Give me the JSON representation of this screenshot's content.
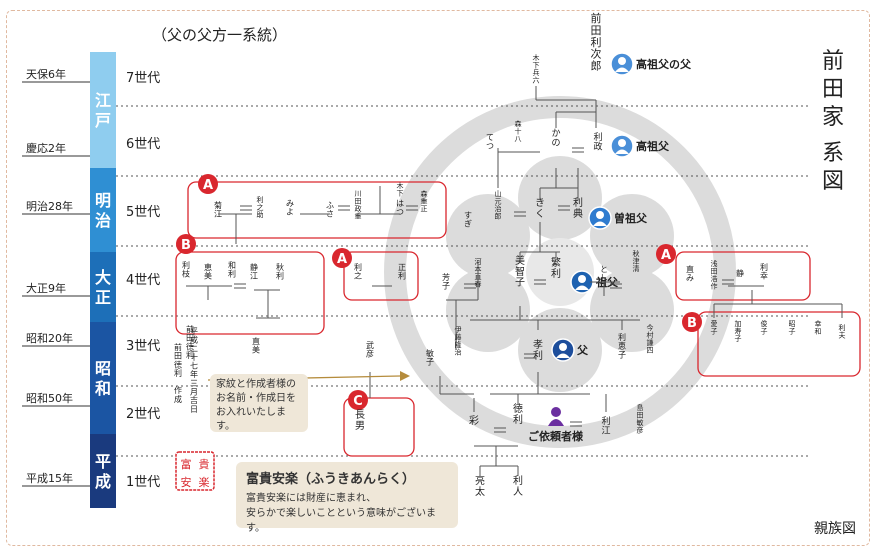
{
  "caption": "（父の父方一系統）",
  "title_chars": [
    "前",
    "田",
    "家",
    "系",
    "図"
  ],
  "footer_label": "親族図",
  "eras": [
    {
      "name": "江戸",
      "color": "#8fcdef",
      "text_color": "#ffffff"
    },
    {
      "name": "明治",
      "color": "#2f8fd3",
      "text_color": "#ffffff"
    },
    {
      "name": "大正",
      "color": "#1d6fb8",
      "text_color": "#ffffff"
    },
    {
      "name": "昭和",
      "color": "#1b55a3",
      "text_color": "#ffffff"
    },
    {
      "name": "平成",
      "color": "#1a3a7e",
      "text_color": "#ffffff"
    }
  ],
  "years": [
    "天保6年",
    "慶応2年",
    "明治28年",
    "大正9年",
    "昭和20年",
    "昭和50年",
    "平成15年"
  ],
  "generations": [
    "7世代",
    "6世代",
    "5世代",
    "4世代",
    "3世代",
    "2世代",
    "1世代"
  ],
  "markers": [
    "A",
    "A",
    "A",
    "B",
    "B",
    "C"
  ],
  "relations": [
    "高祖父の父",
    "高祖父",
    "曽祖父",
    "祖父",
    "父",
    "ご依頼者様"
  ],
  "names": [
    "前田利次郎",
    "木下兵六",
    "かの",
    "利政",
    "てつ",
    "森十八",
    "きく",
    "利典",
    "山元治郎",
    "すぎ",
    "川田政重",
    "森重正",
    "はつ",
    "菊江",
    "利之助",
    "みよ",
    "ふさ",
    "木下",
    "美智子",
    "繁利",
    "秋津清",
    "とし",
    "芳子",
    "河本直春",
    "利枝",
    "恵美",
    "和利",
    "静江",
    "秋利",
    "利之",
    "正利",
    "浅田浩作",
    "直み",
    "利幸",
    "静",
    "孝利",
    "利恵子",
    "今村謙四",
    "伊藤隆治",
    "敏子",
    "直美",
    "武彦",
    "長男",
    "前田徳利",
    "愛子",
    "加寿子",
    "俊子",
    "昭子",
    "幸和",
    "利夫",
    "彩",
    "徳利",
    "利江",
    "島田敏彦",
    "亮太",
    "利人"
  ],
  "notes": {
    "author_note": [
      "家紋と作成者様の",
      "お名前・作成日を",
      "お入れいたします。"
    ],
    "author_vertical": [
      "平成二十七年三月吉日",
      "前田徳利　作成"
    ],
    "phrase_title": "富貴安楽（ふうきあんらく）",
    "phrase_body": [
      "富貴安楽には財産に恵まれ、",
      "安らかで楽しいことという意味がございます。"
    ],
    "seal": "富貴安楽"
  },
  "colors": {
    "accent_red": "#d9272e",
    "line": "#555555",
    "crest": "#dcdcdc",
    "purple": "#6b2fa0",
    "note_bg": "#efe7d8",
    "gold_arrow": "#b58c3c"
  }
}
